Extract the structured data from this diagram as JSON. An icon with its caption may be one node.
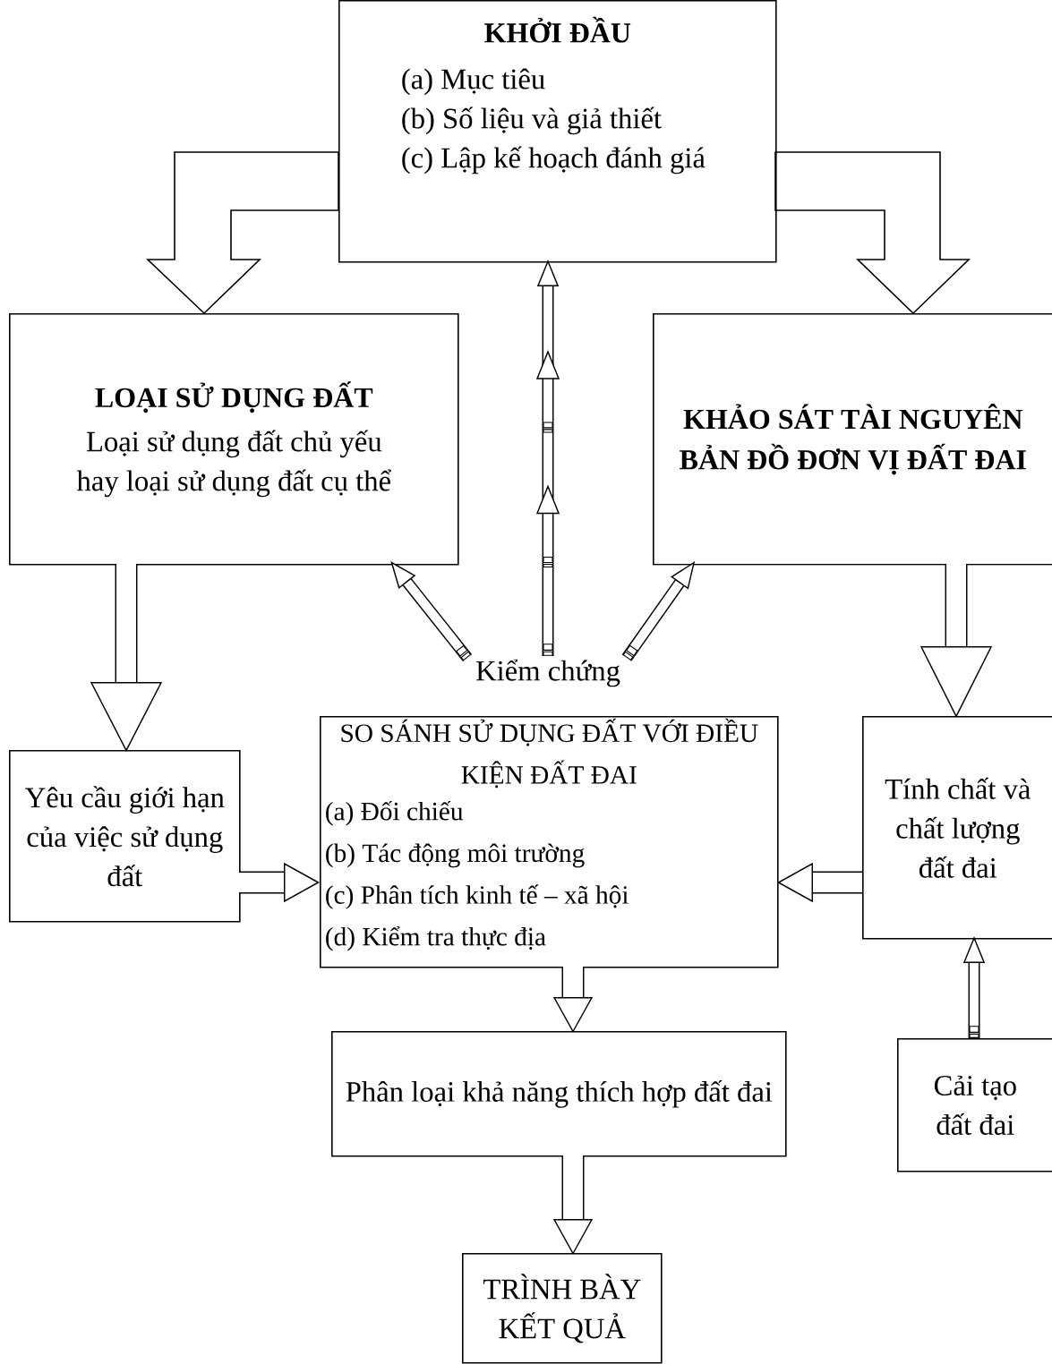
{
  "diagram": {
    "nodes": [
      {
        "text": [
          "KHỞI ĐẦU",
          "(a) Mục tiêu",
          "(b) Số liệu và giả thiết",
          "(c) Lập kế hoạch đánh giá"
        ]
      },
      {
        "text": [
          "LOẠI SỬ DỤNG ĐẤT",
          "Loại sử dụng đất chủ yếu hay loại sử dụng đất cụ thể"
        ]
      },
      {
        "text": [
          "KHẢO SÁT TÀI NGUYÊN BẢN ĐỒ ĐƠN VỊ ĐẤT ĐAI"
        ]
      },
      {
        "text": [
          "Kiểm chứng"
        ]
      },
      {
        "text": [
          "Yêu cầu giới hạn của việc sử dụng đất"
        ]
      },
      {
        "text": [
          "SO SÁNH SỬ DỤNG ĐẤT VỚI ĐIỀU KIỆN ĐẤT ĐAI",
          "(a) Đối chiếu",
          "(b) Tác động môi trường",
          "(c) Phân tích kinh tế – xã hội",
          "(d) Kiểm tra thực địa"
        ]
      },
      {
        "text": [
          "Tính chất và chất lượng đất đai"
        ]
      },
      {
        "text": [
          "Phân loại khả năng thích hợp đất đai"
        ]
      },
      {
        "text": [
          "Cải tạo đất đai"
        ]
      },
      {
        "text": [
          "TRÌNH BÀY KẾT QUẢ"
        ]
      }
    ],
    "edges": [
      {
        "from": 0,
        "to": 1,
        "arrow": "to"
      },
      {
        "from": 0,
        "to": 2,
        "arrow": "to"
      },
      {
        "from": 1,
        "to": 4,
        "arrow": "to"
      },
      {
        "from": 2,
        "to": 6,
        "arrow": "to"
      },
      {
        "from": 4,
        "to": 5,
        "arrow": "to"
      },
      {
        "from": 6,
        "to": 5,
        "arrow": "to"
      },
      {
        "from": 5,
        "to": 7,
        "arrow": "to"
      },
      {
        "from": 7,
        "to": 9,
        "arrow": "to"
      },
      {
        "from": 8,
        "to": 6,
        "arrow": "to"
      },
      {
        "from": 3,
        "to": 1,
        "arrow": "to"
      },
      {
        "from": 3,
        "to": 0,
        "arrow": "to"
      },
      {
        "from": 3,
        "to": 2,
        "arrow": "to"
      }
    ]
  }
}
